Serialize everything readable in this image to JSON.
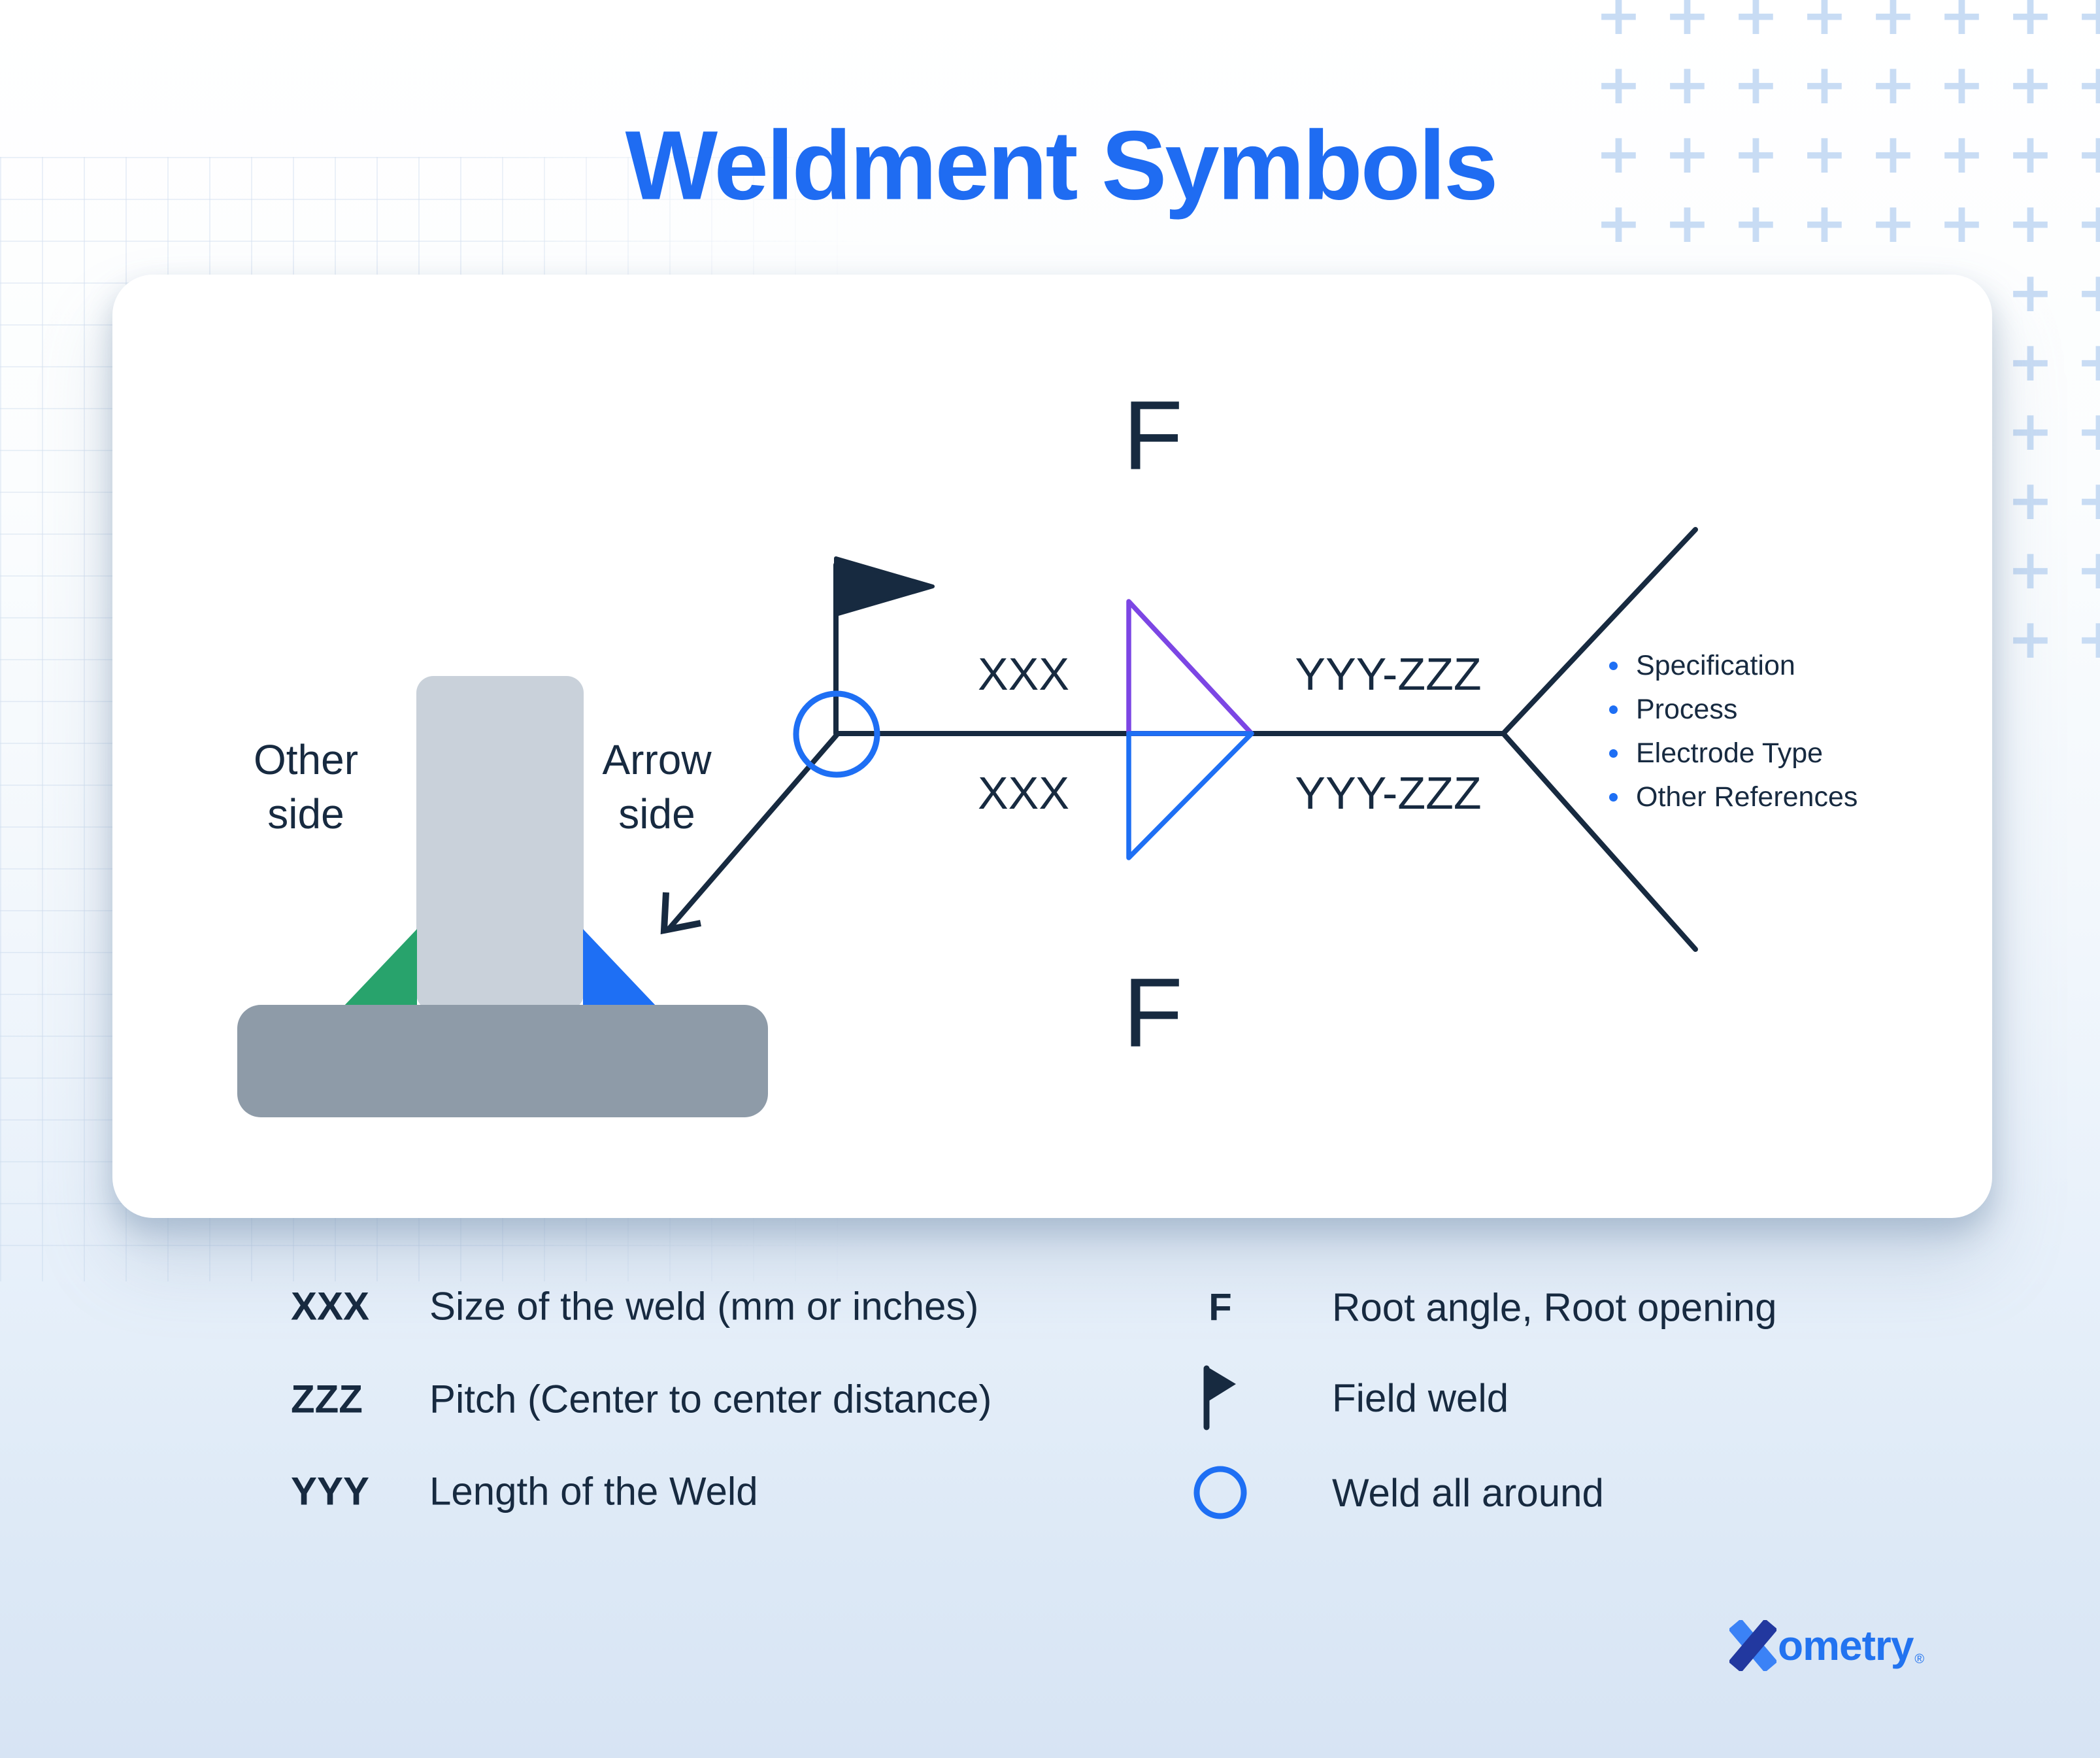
{
  "header": {
    "title": "Weldment Symbols"
  },
  "diagram": {
    "f_top": "F",
    "f_bottom": "F",
    "xxx_top": "XXX",
    "xxx_bottom": "XXX",
    "yyy_zzz_top": "YYY-ZZZ",
    "yyy_zzz_bottom": "YYY-ZZZ",
    "other_side": {
      "line1": "Other",
      "line2": "side"
    },
    "arrow_side": {
      "line1": "Arrow",
      "line2": "side"
    },
    "tail_references": [
      "Specification",
      "Process",
      "Electrode Type",
      "Other References"
    ],
    "icons": [
      "field-weld-flag-icon",
      "weld-all-around-circle-icon",
      "weld-symbol-triangle-top",
      "weld-symbol-triangle-bottom",
      "reference-line",
      "tail-fork",
      "leader-arrow"
    ]
  },
  "legend": {
    "left": [
      {
        "key": "XXX",
        "desc": "Size of the weld (mm or inches)"
      },
      {
        "key": "ZZZ",
        "desc": "Pitch (Center to center distance)"
      },
      {
        "key": "YYY",
        "desc": "Length of the Weld"
      }
    ],
    "right_f_key": "F",
    "right": [
      {
        "icon": "f-symbol",
        "label": "Root angle, Root opening"
      },
      {
        "icon": "field-weld-flag-icon",
        "label": "Field weld"
      },
      {
        "icon": "weld-all-around-circle-icon",
        "label": "Weld all around"
      }
    ]
  },
  "footer": {
    "brand_rest": "ometry",
    "registered": "®"
  },
  "colors": {
    "navy": "#172A40",
    "accent_blue": "#1E6FF4",
    "purple": "#7C46E4",
    "green": "#28A36C",
    "title_blue": "#1F6CF2",
    "plate_light_gray": "#C9D1DA",
    "plate_dark_gray": "#8E9BA8",
    "plus_pattern": "#C8DCF4",
    "logo_blue": "#2273F0",
    "logo_dark": "#22389F"
  }
}
